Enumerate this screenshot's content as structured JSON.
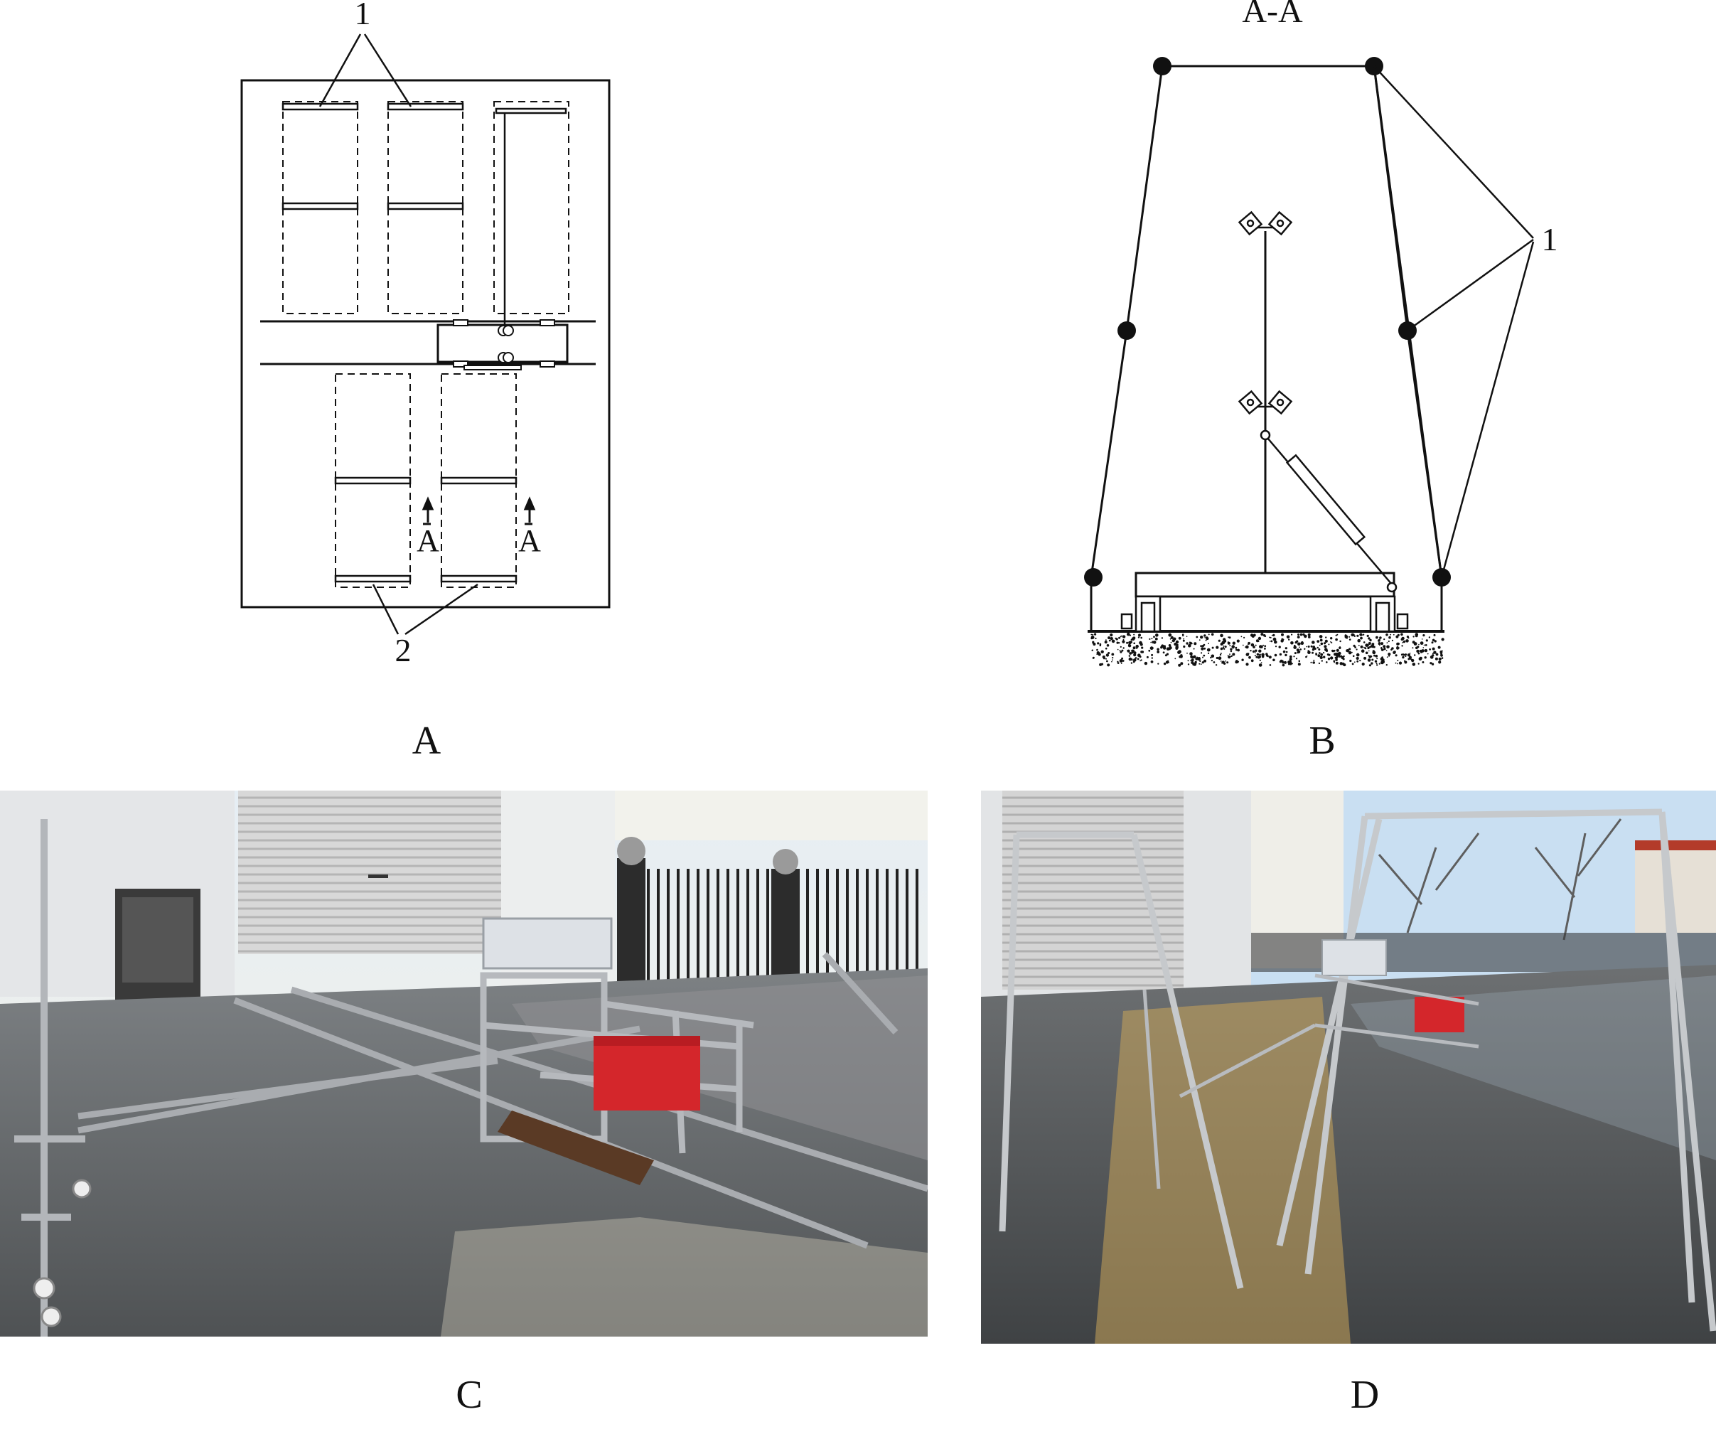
{
  "panels": {
    "a": {
      "caption": "A",
      "callout_top": "1",
      "callout_bottom": "2",
      "section_mark": "A"
    },
    "b": {
      "caption": "B",
      "title": "A-A",
      "callout": "1"
    },
    "c": {
      "caption": "C"
    },
    "d": {
      "caption": "D"
    }
  },
  "colors": {
    "line": "#111111",
    "shutter": "#dcdcdc",
    "red_unit": "#d4262b",
    "sky": "#c9dff2",
    "wet_floor": "#6b6e70"
  }
}
